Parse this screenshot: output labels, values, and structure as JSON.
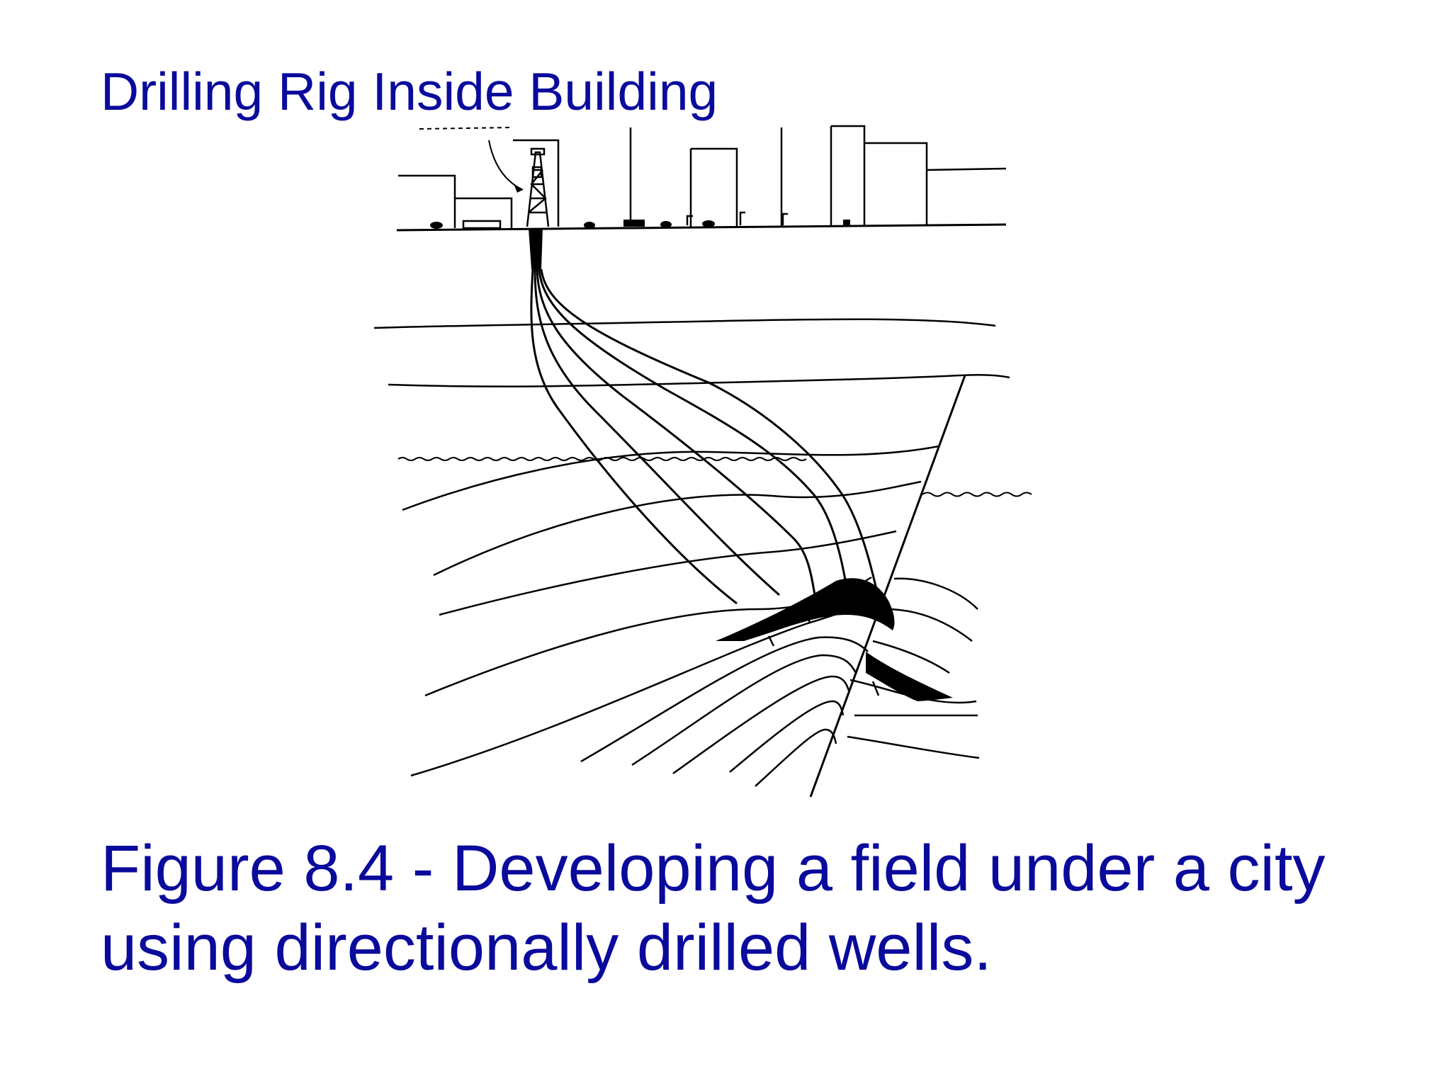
{
  "slide": {
    "title": "Drilling Rig Inside Building",
    "caption_line1": "Figure 8.4 - Developing a field under a city",
    "caption_line2": "using directionally drilled wells.",
    "text_color": "#0a0a9c",
    "figure_ink_color": "#000000"
  }
}
